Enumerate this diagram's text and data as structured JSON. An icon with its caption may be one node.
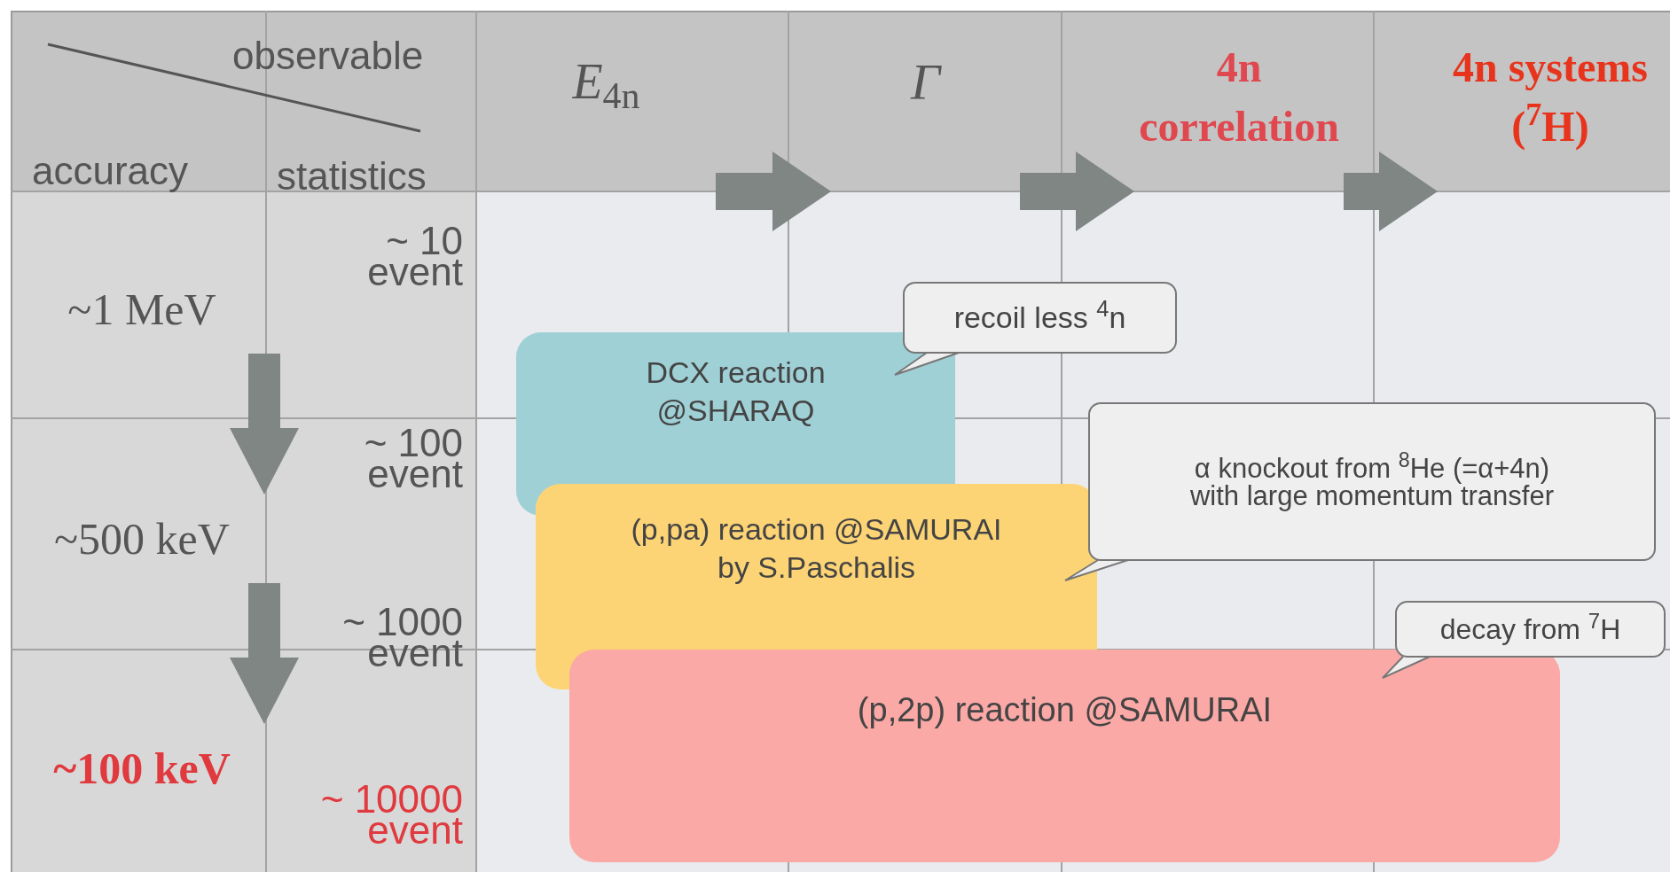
{
  "diagram": {
    "nodes": [
      {
        "text": [
          "~1 MeV"
        ]
      },
      {
        "text": [
          "~500 keV"
        ]
      },
      {
        "text": [
          "~100 keV"
        ]
      },
      {
        "text": [
          "*E*$_{4n}$"
        ]
      },
      {
        "text": [
          "Γ"
        ]
      },
      {
        "text": [
          "4n correlation"
        ]
      },
      {
        "text": [
          "4n systems ($^{7}$H)"
        ]
      },
      {
        "text": [
          "DCX reaction @SHARAQ"
        ]
      },
      {
        "text": [
          "(p,pa) reaction @SAMURAI by S.Paschalis"
        ]
      },
      {
        "text": [
          "(p,2p) reaction @SAMURAI"
        ]
      },
      {
        "text": [
          "recoil less $^{4}$n"
        ]
      },
      {
        "text": [
          "α knockout from $^{8}$He (=α+4n) with large momentum transfer"
        ]
      },
      {
        "text": [
          "decay from $^{7}$H"
        ]
      }
    ],
    "edges": [
      {
        "from": 0,
        "to": 1,
        "arrow": "to",
        "style": "thick"
      },
      {
        "from": 1,
        "to": 2,
        "arrow": "to",
        "style": "thick"
      },
      {
        "from": 3,
        "to": 4,
        "arrow": "to",
        "style": "thick"
      },
      {
        "from": 4,
        "to": 5,
        "arrow": "to",
        "style": "thick"
      },
      {
        "from": 5,
        "to": 6,
        "arrow": "to",
        "style": "thick"
      },
      {
        "from": 10,
        "to": 7,
        "arrow": "none"
      },
      {
        "from": 11,
        "to": 8,
        "arrow": "none"
      },
      {
        "from": 12,
        "to": 9,
        "arrow": "none"
      }
    ],
    "labels": [
      "observable",
      "accuracy",
      "statistics",
      "~ 10 event",
      "~ 100 event",
      "~ 1000 event",
      "~ 10000 event"
    ]
  }
}
